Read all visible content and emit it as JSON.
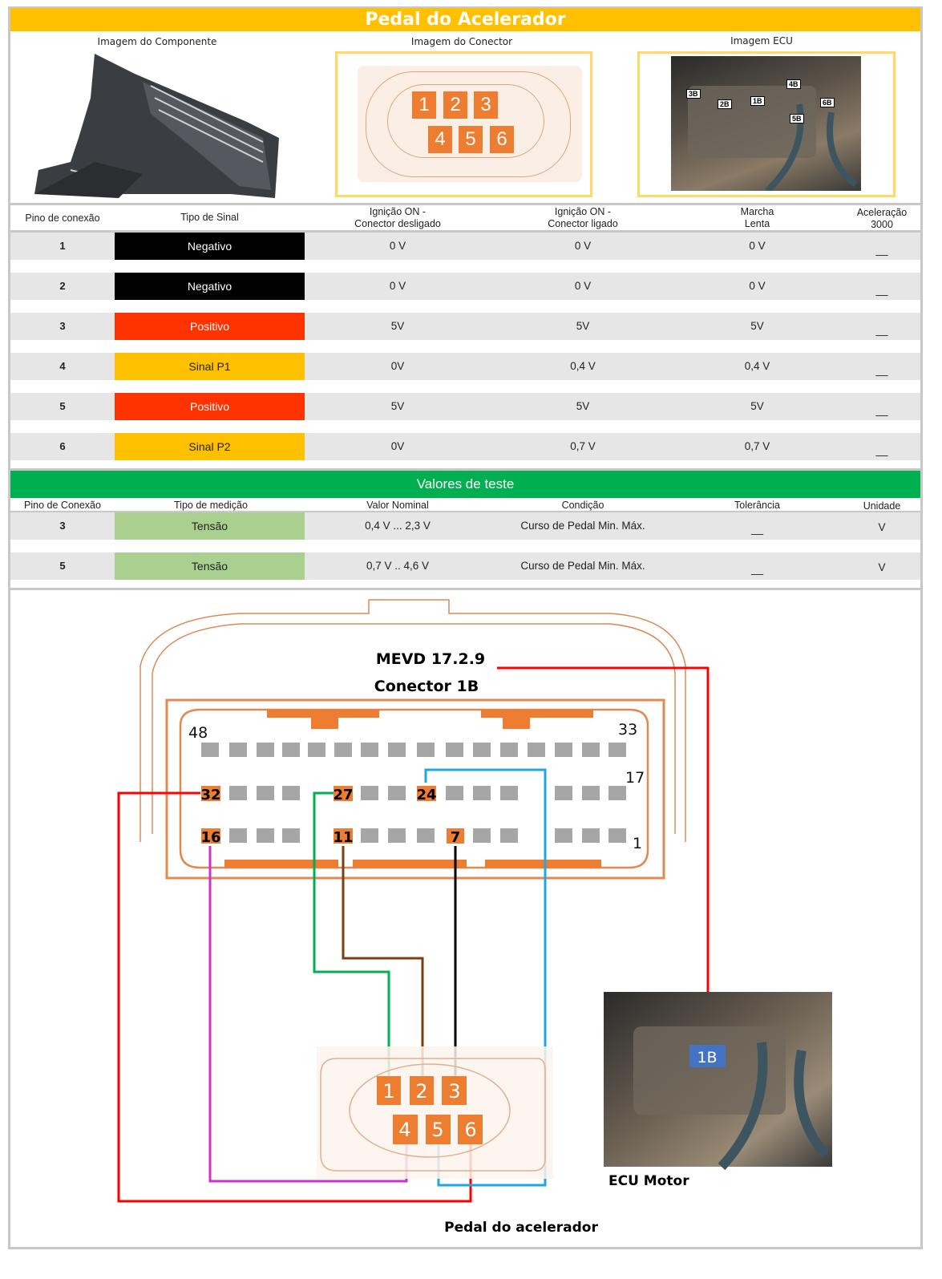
{
  "title": "Pedal do Acelerador",
  "images": {
    "component": "Imagem do Componente",
    "connector": "Imagem do Conector",
    "ecu": "Imagem ECU"
  },
  "connector_pins": [
    "1",
    "2",
    "3",
    "4",
    "5",
    "6"
  ],
  "ecu_labels": [
    "3B",
    "2B",
    "1B",
    "4B",
    "5B",
    "6B"
  ],
  "table1": {
    "headers": [
      "Pino de conexão",
      "Tipo de Sinal",
      "Ignição ON -",
      "Conector desligado",
      "Ignição ON -",
      "Conector ligado",
      "Marcha",
      "Lenta",
      "Aceleração",
      "3000"
    ],
    "rows": [
      {
        "pin": "1",
        "signal": "Negativo",
        "color": "#000000",
        "off": "0 V",
        "on": "0 V",
        "idle": "0 V",
        "accel": "__"
      },
      {
        "pin": "2",
        "signal": "Negativo",
        "color": "#000000",
        "off": "0 V",
        "on": "0 V",
        "idle": "0 V",
        "accel": "__"
      },
      {
        "pin": "3",
        "signal": "Positivo",
        "color": "#FF3300",
        "off": "5V",
        "on": "5V",
        "idle": "5V",
        "accel": "__"
      },
      {
        "pin": "4",
        "signal": "Sinal P1",
        "color": "#FFC000",
        "off": "0V",
        "on": "0,4 V",
        "idle": "0,4 V",
        "accel": "__"
      },
      {
        "pin": "5",
        "signal": "Positivo",
        "color": "#FF3300",
        "off": "5V",
        "on": "5V",
        "idle": "5V",
        "accel": "__"
      },
      {
        "pin": "6",
        "signal": "Sinal P2",
        "color": "#FFC000",
        "off": "0V",
        "on": "0,7 V",
        "idle": "0,7 V",
        "accel": "__"
      }
    ]
  },
  "table2": {
    "title": "Valores de teste",
    "headers": [
      "Pino de Conexão",
      "Tipo de medição",
      "Valor Nominal",
      "Condição",
      "Tolerância",
      "Unidade"
    ],
    "rows": [
      {
        "pin": "3",
        "type": "Tensão",
        "nominal": "0,4 V ... 2,3 V",
        "condition": "Curso de Pedal Min. Máx.",
        "tolerance": "__",
        "unit": "V"
      },
      {
        "pin": "5",
        "type": "Tensão",
        "nominal": "0,7 V .. 4,6 V",
        "condition": "Curso de Pedal Min. Máx.",
        "tolerance": "__",
        "unit": "V"
      }
    ]
  },
  "diagram": {
    "ecu_model": "MEVD 17.2.9",
    "connector_name": "Conector 1B",
    "corner_numbers": [
      "48",
      "33",
      "17",
      "1"
    ],
    "ecu_pins": [
      "32",
      "27",
      "24",
      "16",
      "11",
      "7"
    ],
    "ecu_tag": "1B",
    "ecu_caption": "ECU Motor",
    "pedal_caption": "Pedal do acelerador"
  }
}
